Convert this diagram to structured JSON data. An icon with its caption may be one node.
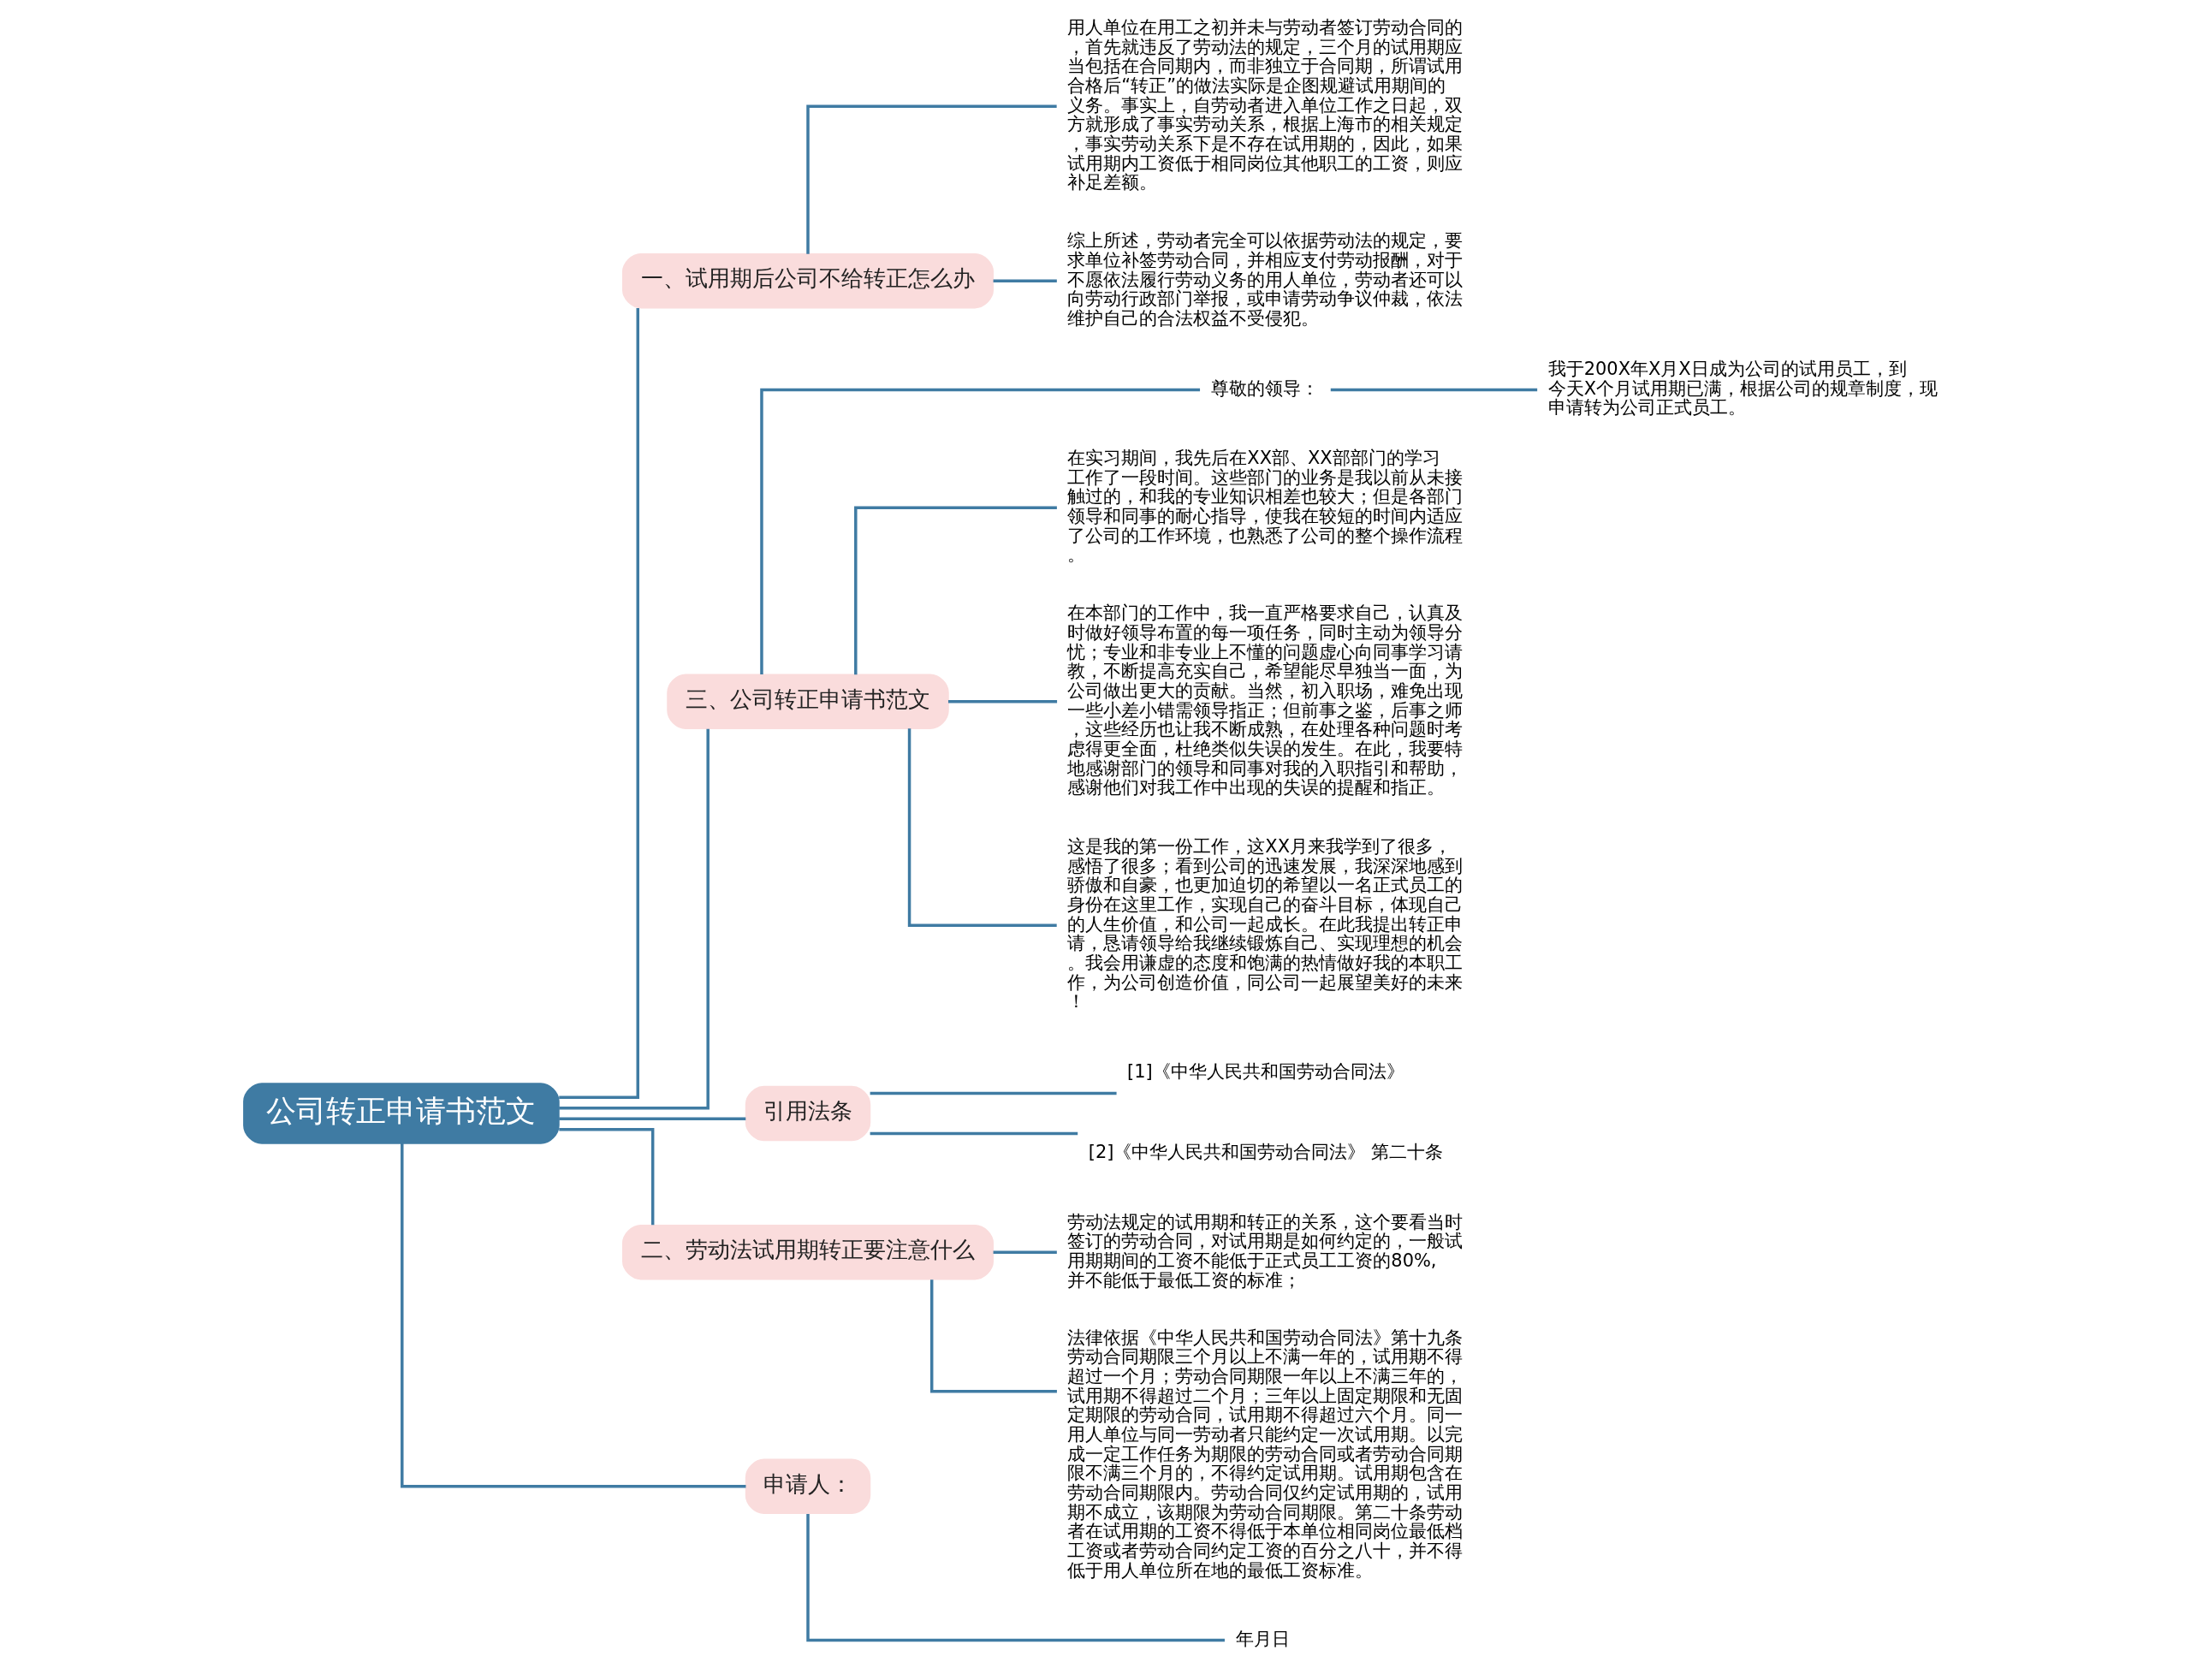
{
  "diagram": {
    "nodes": [
      {
        "text": [
          "公司转正申请书范文"
        ]
      },
      {
        "text": [
          "一、试用期后公司不给转正怎么办"
        ]
      },
      {
        "text": [
          "用人单位在用工之初并未与劳动者签订劳动合同的，首先就违反了劳动法的规定，三个月的试用期应当包括在合同期内，而非独立于合同期，所谓试用合格后“转正”的做法实际是企图规避试用期间的义务。事实上，自劳动者进入单位工作之日起，双方就形成了事实劳动关系，根据上海市的相关规定，事实劳动关系下是不存在试用期的，因此，如果试用期内工资低于相同岗位其他职工的工资，则应补足差额。"
        ]
      },
      {
        "text": [
          "综上所述，劳动者完全可以依据劳动法的规定，要求单位补签劳动合同，并相应支付劳动报酬，对于不愿依法履行劳动义务的用人单位，劳动者还可以向劳动行政部门举报，或申请劳动争议仲裁，依法维护自己的合法权益不受侵犯。"
        ]
      },
      {
        "text": [
          "三、公司转正申请书范文"
        ]
      },
      {
        "text": [
          "尊敬的领导："
        ]
      },
      {
        "text": [
          "我于200X年X月X日成为公司的试用员工，到今天X个月试用期已满，根据公司的规章制度，现申请转为公司正式员工。"
        ]
      },
      {
        "text": [
          "在实习期间，我先后在XX部、XX部部门的学习工作了一段时间。这些部门的业务是我以前从未接触过的，和我的专业知识相差也较大；但是各部门领导和同事的耐心指导，使我在较短的时间内适应了公司的工作环境，也熟悉了公司的整个操作流程。"
        ]
      },
      {
        "text": [
          "在本部门的工作中，我一直严格要求自己，认真及时做好领导布置的每一项任务，同时主动为领导分忧；专业和非专业上不懂的问题虚心向同事学习请教，不断提高充实自己，希望能尽早独当一面，为公司做出更大的贡献。当然，初入职场，难免出现一些小差小错需领导指正；但前事之鉴，后事之师，这些经历也让我不断成熟，在处理各种问题时考虑得更全面，杜绝类似失误的发生。在此，我要特地感谢部门的领导和同事对我的入职指引和帮助，感谢他们对我工作中出现的失误的提醒和指正。"
        ]
      },
      {
        "text": [
          "这是我的第一份工作，这XX月来我学到了很多，感悟了很多；看到公司的迅速发展，我深深地感到骄傲和自豪，也更加迫切的希望以一名正式员工的身份在这里工作，实现自己的奋斗目标，体现自己的人生价值，和公司一起成长。在此我提出转正申请，恳请领导给我继续锻炼自己、实现理想的机会。我会用谦虚的态度和饱满的热情做好我的本职工作，为公司创造价值，同公司一起展望美好的未来！"
        ]
      },
      {
        "text": [
          "引用法条"
        ]
      },
      {
        "text": [
          "[1]《中华人民共和国劳动合同法》"
        ]
      },
      {
        "text": [
          "[2]《中华人民共和国劳动合同法》 第二十条"
        ]
      },
      {
        "text": [
          "二、劳动法试用期转正要注意什么"
        ]
      },
      {
        "text": [
          "劳动法规定的试用期和转正的关系，这个要看当时签订的劳动合同，对试用期是如何约定的，一般试用期期间的工资不能低于正式员工工资的80%,并不能低于最低工资的标准；"
        ]
      },
      {
        "text": [
          "法律依据《中华人民共和国劳动合同法》第十九条劳动合同期限三个月以上不满一年的，试用期不得超过一个月；劳动合同期限一年以上不满三年的，试用期不得超过二个月；三年以上固定期限和无固定期限的劳动合同，试用期不得超过六个月。同一用人单位与同一劳动者只能约定一次试用期。以完成一定工作任务为期限的劳动合同或者劳动合同期限不满三个月的，不得约定试用期。试用期包含在劳动合同期限内。劳动合同仅约定试用期的，试用期不成立，该期限为劳动合同期限。第二十条劳动者在试用期的工资不得低于本单位相同岗位最低档工资或者劳动合同约定工资的百分之八十，并不得低于用人单位所在地的最低工资标准。"
        ]
      },
      {
        "text": [
          "申请人："
        ]
      },
      {
        "text": [
          "年月日"
        ]
      }
    ],
    "edges": [
      {
        "from": 0,
        "to": 1,
        "arrow": "none"
      },
      {
        "from": 1,
        "to": 2,
        "arrow": "none"
      },
      {
        "from": 1,
        "to": 3,
        "arrow": "none"
      },
      {
        "from": 0,
        "to": 4,
        "arrow": "none"
      },
      {
        "from": 4,
        "to": 5,
        "arrow": "none"
      },
      {
        "from": 5,
        "to": 6,
        "arrow": "none"
      },
      {
        "from": 4,
        "to": 7,
        "arrow": "none"
      },
      {
        "from": 4,
        "to": 8,
        "arrow": "none"
      },
      {
        "from": 4,
        "to": 9,
        "arrow": "none"
      },
      {
        "from": 0,
        "to": 10,
        "arrow": "none"
      },
      {
        "from": 10,
        "to": 11,
        "arrow": "none"
      },
      {
        "from": 10,
        "to": 12,
        "arrow": "none"
      },
      {
        "from": 0,
        "to": 13,
        "arrow": "none"
      },
      {
        "from": 13,
        "to": 14,
        "arrow": "none"
      },
      {
        "from": 13,
        "to": 15,
        "arrow": "none"
      },
      {
        "from": 0,
        "to": 16,
        "arrow": "none"
      },
      {
        "from": 16,
        "to": 17,
        "arrow": "none"
      }
    ]
  }
}
